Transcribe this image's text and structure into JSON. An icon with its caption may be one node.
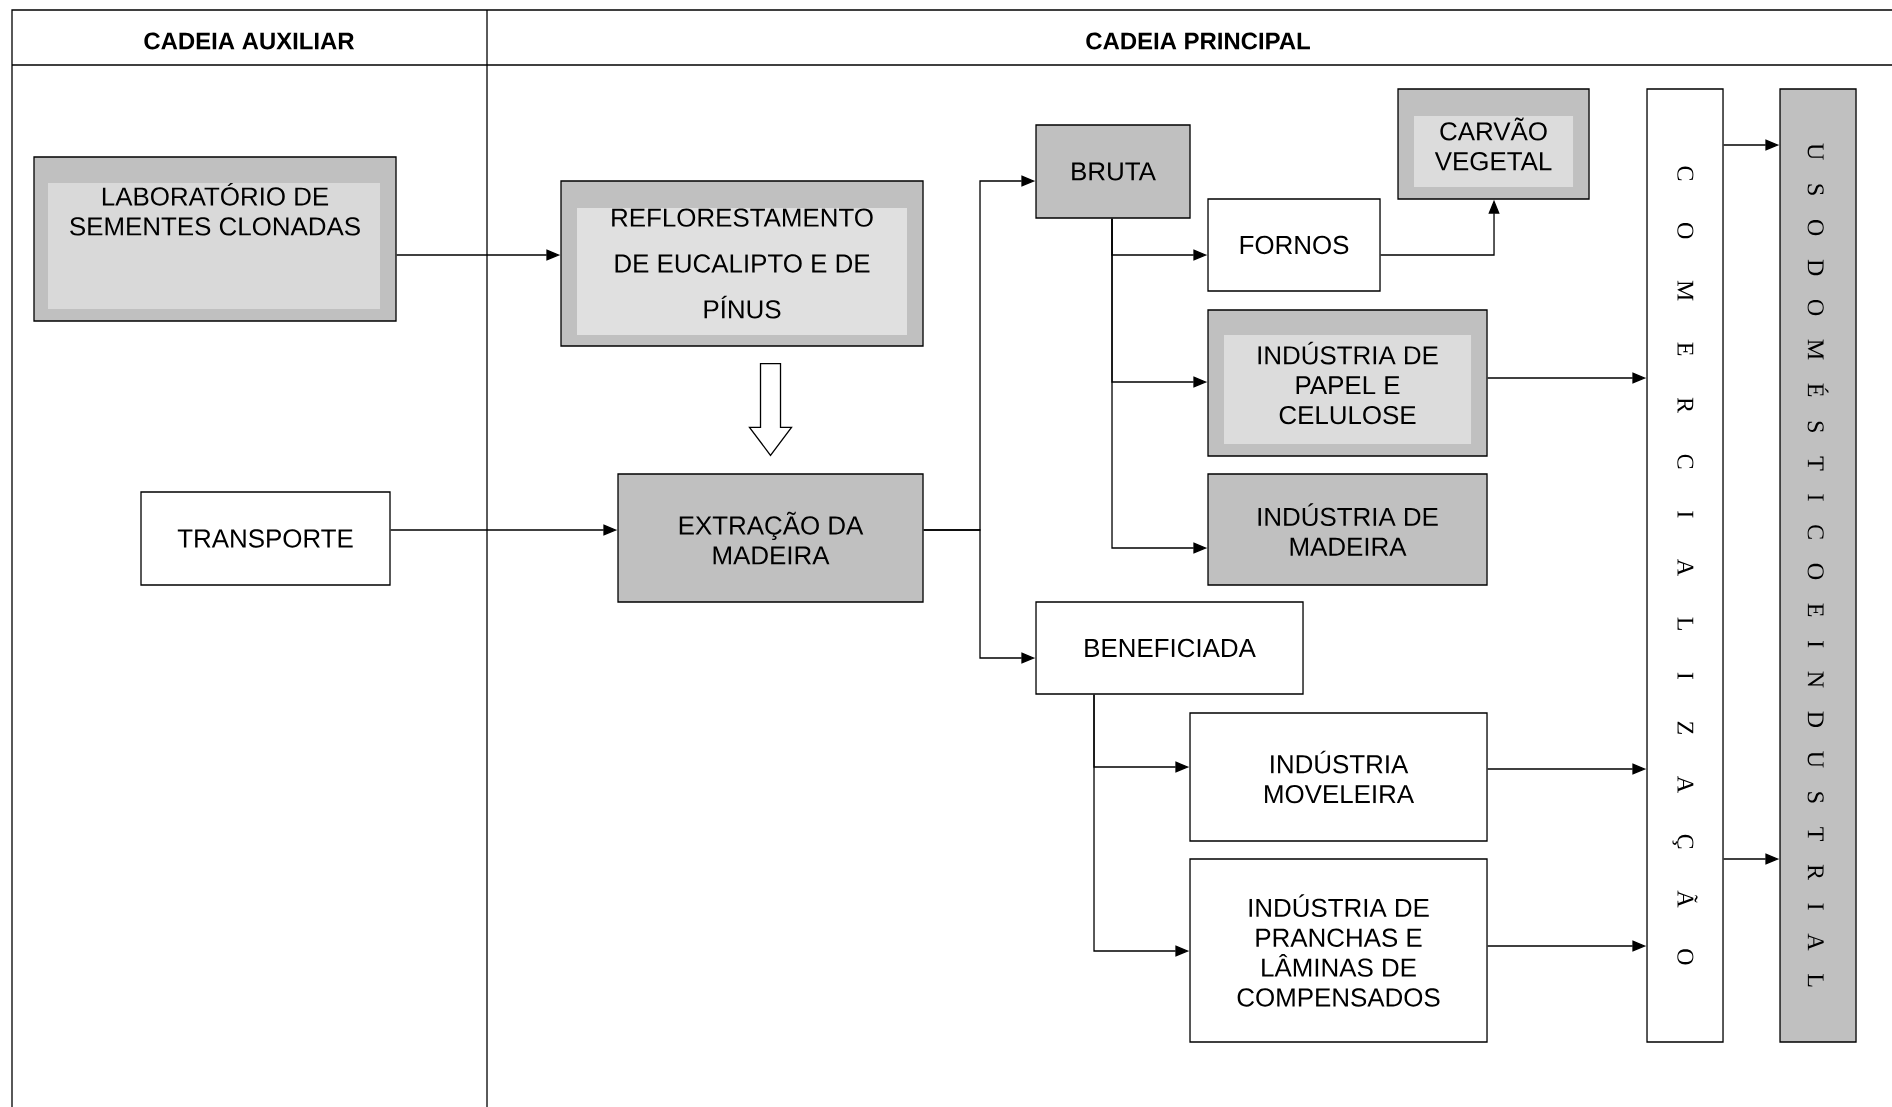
{
  "diagram": {
    "nodes": [
      {
        "text": [
          "LABORATÓRIO DE SEMENTES CLONADAS"
        ]
      },
      {
        "text": [
          "REFLORESTAMENTO DE EUCALIPTO E DE PÍNUS"
        ]
      },
      {
        "text": [
          "TRANSPORTE"
        ]
      },
      {
        "text": [
          "EXTRAÇÃO DA MADEIRA"
        ]
      },
      {
        "text": [
          "BRUTA"
        ]
      },
      {
        "text": [
          "CARVÃO VEGETAL"
        ]
      },
      {
        "text": [
          "FORNOS"
        ]
      },
      {
        "text": [
          "INDÚSTRIA DE PAPEL E CELULOSE"
        ]
      },
      {
        "text": [
          "INDÚSTRIA DE MADEIRA"
        ]
      },
      {
        "text": [
          "BENEFICIADA"
        ]
      },
      {
        "text": [
          "INDÚSTRIA MOVELEIRA"
        ]
      },
      {
        "text": [
          "INDÚSTRIA DE PRANCHAS E LÂMINAS DE COMPENSADOS"
        ]
      },
      {
        "text": [
          "C O M E R C I A L I Z A Ç Ã O"
        ]
      },
      {
        "text": [
          "U S O D O M É S T I C O E I N D U S T R I A L"
        ]
      }
    ],
    "edges": [
      {
        "from": 0,
        "to": 1,
        "arrow": "to"
      },
      {
        "from": 1,
        "to": 3,
        "arrow": "to",
        "style": "thick"
      },
      {
        "from": 2,
        "to": 3,
        "arrow": "to"
      },
      {
        "from": 3,
        "to": 4,
        "arrow": "to"
      },
      {
        "from": 3,
        "to": 9,
        "arrow": "to"
      },
      {
        "from": 4,
        "to": 6,
        "arrow": "to"
      },
      {
        "from": 4,
        "to": 7,
        "arrow": "to"
      },
      {
        "from": 4,
        "to": 8,
        "arrow": "to"
      },
      {
        "from": 6,
        "to": 5,
        "arrow": "to"
      },
      {
        "from": 7,
        "to": 12,
        "arrow": "to"
      },
      {
        "from": 9,
        "to": 10,
        "arrow": "to"
      },
      {
        "from": 9,
        "to": 11,
        "arrow": "to"
      },
      {
        "from": 10,
        "to": 12,
        "arrow": "to"
      },
      {
        "from": 11,
        "to": 12,
        "arrow": "to"
      },
      {
        "from": 12,
        "to": 13,
        "arrow": "to"
      },
      {
        "from": 12,
        "to": 13,
        "arrow": "to"
      }
    ],
    "labels": [
      "CADEIA AUXILIAR",
      "CADEIA PRINCIPAL"
    ]
  }
}
